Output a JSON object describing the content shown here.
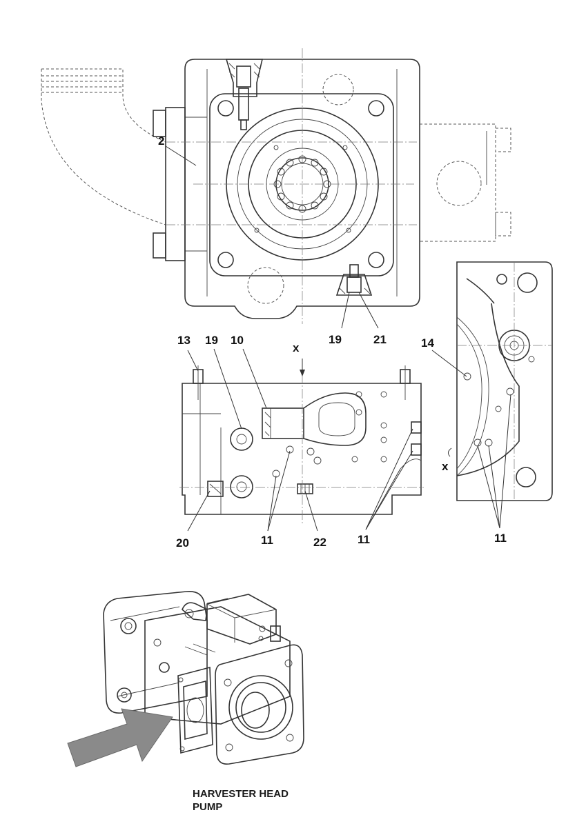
{
  "callouts": {
    "c2": "2",
    "c13": "13",
    "c19a": "19",
    "c10": "10",
    "cx_top": "x",
    "c19b": "19",
    "c21": "21",
    "c14": "14",
    "c20": "20",
    "c11a": "11",
    "c22": "22",
    "c11b": "11",
    "c11c": "11",
    "cx_side": "x"
  },
  "caption": {
    "line1": "HARVESTER HEAD",
    "line2": "PUMP"
  },
  "colors": {
    "line": "#333333",
    "arrow_fill": "#8a8a8a",
    "background": "#ffffff"
  }
}
